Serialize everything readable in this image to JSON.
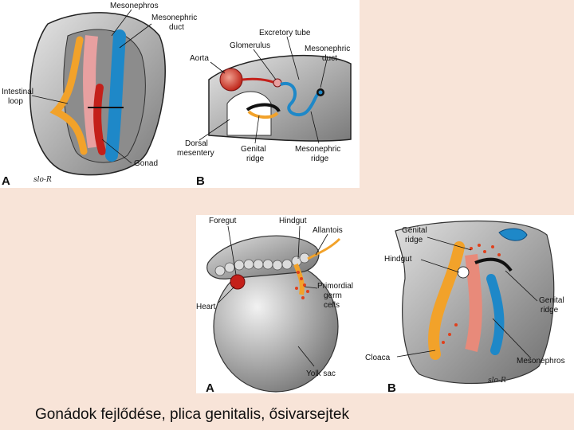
{
  "top_figure": {
    "panel_a": {
      "letter": "A",
      "labels": {
        "mesonephros": "Mesonephros",
        "mesonephric_duct_1": "Mesonephric",
        "mesonephric_duct_2": "duct",
        "intestinal_loop_1": "Intestinal",
        "intestinal_loop_2": "loop",
        "gonad": "Gonad"
      }
    },
    "panel_b": {
      "letter": "B",
      "labels": {
        "excretory_tube": "Excretory tube",
        "glomerulus": "Glomerulus",
        "aorta": "Aorta",
        "mesonephric_duct_1": "Mesonephric",
        "mesonephric_duct_2": "duct",
        "dorsal_mesentery_1": "Dorsal",
        "dorsal_mesentery_2": "mesentery",
        "genital_ridge_1": "Genital",
        "genital_ridge_2": "ridge",
        "mesonephric_ridge_1": "Mesonephric",
        "mesonephric_ridge_2": "ridge"
      }
    },
    "signature": "slo-R"
  },
  "bottom_figure": {
    "panel_a": {
      "letter": "A",
      "labels": {
        "foregut": "Foregut",
        "hindgut": "Hindgut",
        "allantois": "Allantois",
        "primordial_1": "Primordial",
        "primordial_2": "germ",
        "primordial_3": "cells",
        "heart": "Heart",
        "yolk_sac": "Yolk sac"
      }
    },
    "panel_b": {
      "letter": "B",
      "labels": {
        "genital_ridge_1": "Genital",
        "genital_ridge_2": "ridge",
        "hindgut": "Hindgut",
        "genital_ridge_right_1": "Genital",
        "genital_ridge_right_2": "ridge",
        "cloaca": "Cloaca",
        "mesonephros": "Mesonephros"
      }
    },
    "signature": "slo-R"
  },
  "caption": "Gonádok fejlődése, plica genitalis, ősivarsejtek"
}
